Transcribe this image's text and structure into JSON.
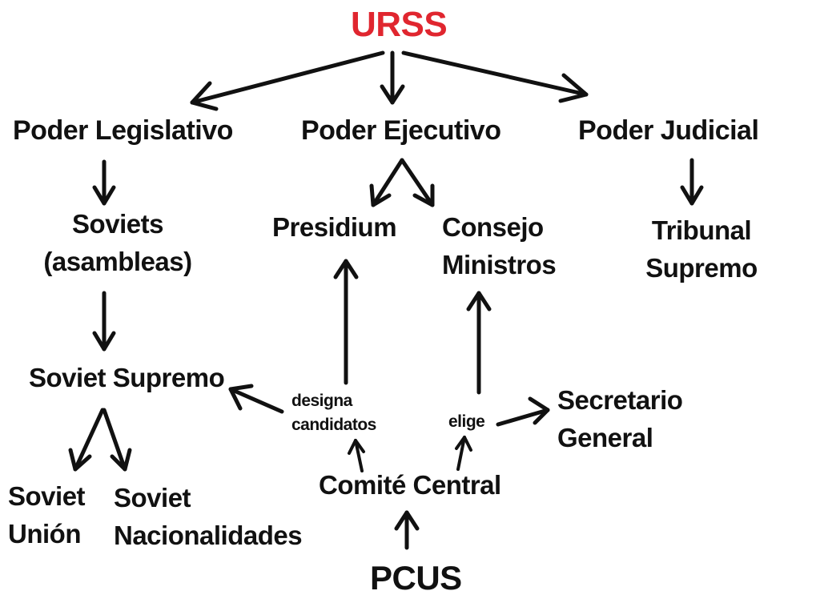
{
  "title": "URSS",
  "colors": {
    "title": "#e0262f",
    "text": "#111111",
    "arrows": "#111111",
    "background": "#ffffff"
  },
  "branches": {
    "legislative": "Poder Legislativo",
    "executive": "Poder Ejecutivo",
    "judicial": "Poder Judicial"
  },
  "legislative": {
    "soviets": [
      "Soviets",
      "(asambleas)"
    ],
    "supreme": "Soviet Supremo",
    "union": [
      "Soviet",
      "Unión"
    ],
    "nationalities": [
      "Soviet",
      "Nacionalidades"
    ]
  },
  "executive": {
    "presidium": "Presidium",
    "council": [
      "Consejo",
      "Ministros"
    ]
  },
  "judicial": {
    "tribunal": [
      "Tribunal",
      "Supremo"
    ]
  },
  "party": {
    "central_committee": "Comité Central",
    "pcus": "PCUS",
    "secretary": [
      "Secretario",
      "General"
    ],
    "designates": [
      "designa",
      "candidatos"
    ],
    "elects": "elige"
  }
}
